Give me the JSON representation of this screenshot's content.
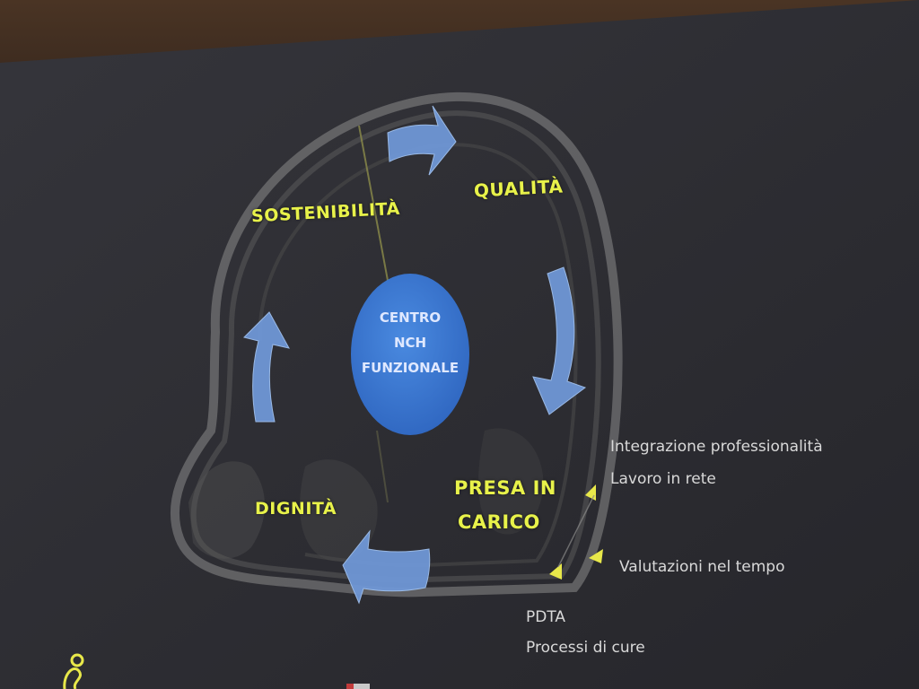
{
  "center": {
    "line1": "CENTRO",
    "line2": "NCH",
    "line3": "FUNZIONALE"
  },
  "labels": {
    "sostenibilita": "SOSTENIBILITÀ",
    "qualita": "QUALITÀ",
    "presa_line1": "PRESA IN",
    "presa_line2": "CARICO",
    "dignita": "DIGNITÀ"
  },
  "notes": {
    "integrazione": "Integrazione professionalità",
    "lavoro": "Lavoro in rete",
    "valutazioni": "Valutazioni nel tempo",
    "pdta": "PDTA",
    "processi": "Processi di cure"
  },
  "colors": {
    "label_yellow": "#e8f24a",
    "arrow_blue": "#6f97d6",
    "circle_blue": "#3a7bd5",
    "screen_bg": "#2e2e34"
  },
  "icons": {
    "logo": "snake-logo-icon",
    "flag": "flag-icon"
  }
}
